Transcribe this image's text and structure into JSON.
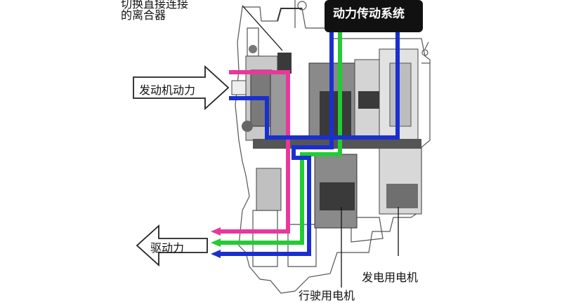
{
  "labels": {
    "top_clutch_line1": "切换直接连接",
    "top_clutch_line2": "的离合器",
    "transmission_system": "动力传动系统",
    "engine_power": "发动机动力",
    "drive_power": "驱动力",
    "generator_motor": "发电用电机",
    "traction_motor": "行驶用电机"
  },
  "colors": {
    "pink_path": "#e8389b",
    "green_path": "#22cc33",
    "blue_path": "#1a2fd0",
    "mechanism_dark": "#3a3a3a",
    "mechanism_mid": "#7a7a7a",
    "mechanism_light": "#c9c9c9",
    "label_box_bg": "#111111"
  },
  "icons": {
    "engine_arrow": "arrow-right-icon",
    "drive_arrow": "arrow-left-icon"
  }
}
